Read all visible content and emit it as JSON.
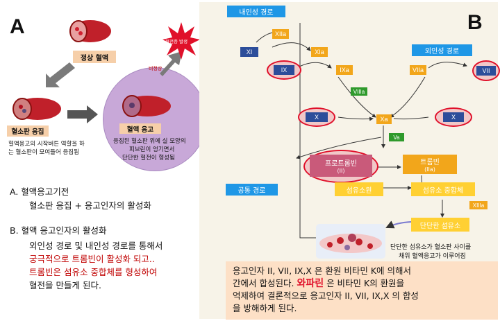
{
  "panel_a": {
    "letter": "A",
    "normal_blood_label": "정상 혈액",
    "platelet_agg_label": "혈소판 응집",
    "platelet_agg_desc_1": "혈액응고의 시작버튼 역할을 하",
    "platelet_agg_desc_2": "는 혈소판이 모여들어 응집됨",
    "abnormal_label": "비정상",
    "thrombosis_label": "혈전증 발생",
    "coag_label": "혈액 응고",
    "coag_desc_1": "응집된 혈소판 위에 실 모양의",
    "coag_desc_2": "피브린이 엉기면서",
    "coag_desc_3": "단단한 혈전이 형성됨",
    "section_a_title": "A.  혈액응고기전",
    "section_a_body": "혈소판 응집  +  응고인자의 활성화",
    "section_b_title": "B.  혈액 응고인자의 활성화",
    "section_b_line1": "외인성 경로 및 내인성 경로를 통해서",
    "section_b_line2": "궁극적으로 트롬빈이 활성화 되고..",
    "section_b_line3": "트롬빈은  섬유소 중합체를 형성하여",
    "section_b_line4": "혈전을 만들게 된다."
  },
  "panel_b": {
    "letter": "B",
    "intrinsic_label": "내인성 경로",
    "extrinsic_label": "외인성 경로",
    "common_label": "공통 경로",
    "f_xii_a": "XIIa",
    "f_xi": "XI",
    "f_xi_a": "XIa",
    "f_ix": "IX",
    "f_ix_a": "IXa",
    "f_viii_a": "VIIIa",
    "f_vii": "VII",
    "f_vii_a": "VIIa",
    "f_x_left": "X",
    "f_x_right": "X",
    "f_x_a": "Xa",
    "f_v_a": "Va",
    "prothrombin": "프로트롬빈",
    "prothrombin_sub": "(II)",
    "thrombin": "트롬빈",
    "thrombin_sub": "(IIa)",
    "fibrinogen": "섬유소원",
    "fibrin_polymer": "섬유소 중합체",
    "f_xiii_a": "XIIIa",
    "hard_fibrin": "단단한 섬유소",
    "clot_desc_1": "단단한 섬유소가 혈소판 사이를",
    "clot_desc_2": "채워 혈액응고가 이루어짐"
  },
  "bottom_note": {
    "line1": "응고인자 II, VII, IX,X 은 환원 비타민 K에 의해서",
    "line2_pre": "간에서 합성된다.",
    "line2_highlight": "와파린",
    "line2_post": "은 비타민 K의 환원을",
    "line3": "억제하여 결론적으로 응고인자 II, VII, IX,X 의 합성",
    "line4": "을 방해하게 된다."
  },
  "colors": {
    "blue_tag": "#1f97e6",
    "blue_factor": "#2c4d9a",
    "orange_factor": "#f2a61b",
    "green_factor": "#2f9a2c",
    "yellow_box": "#ffd033",
    "red_outline": "#e0102a",
    "highlight_red": "#c00000",
    "note_bg": "#fde0c6"
  }
}
